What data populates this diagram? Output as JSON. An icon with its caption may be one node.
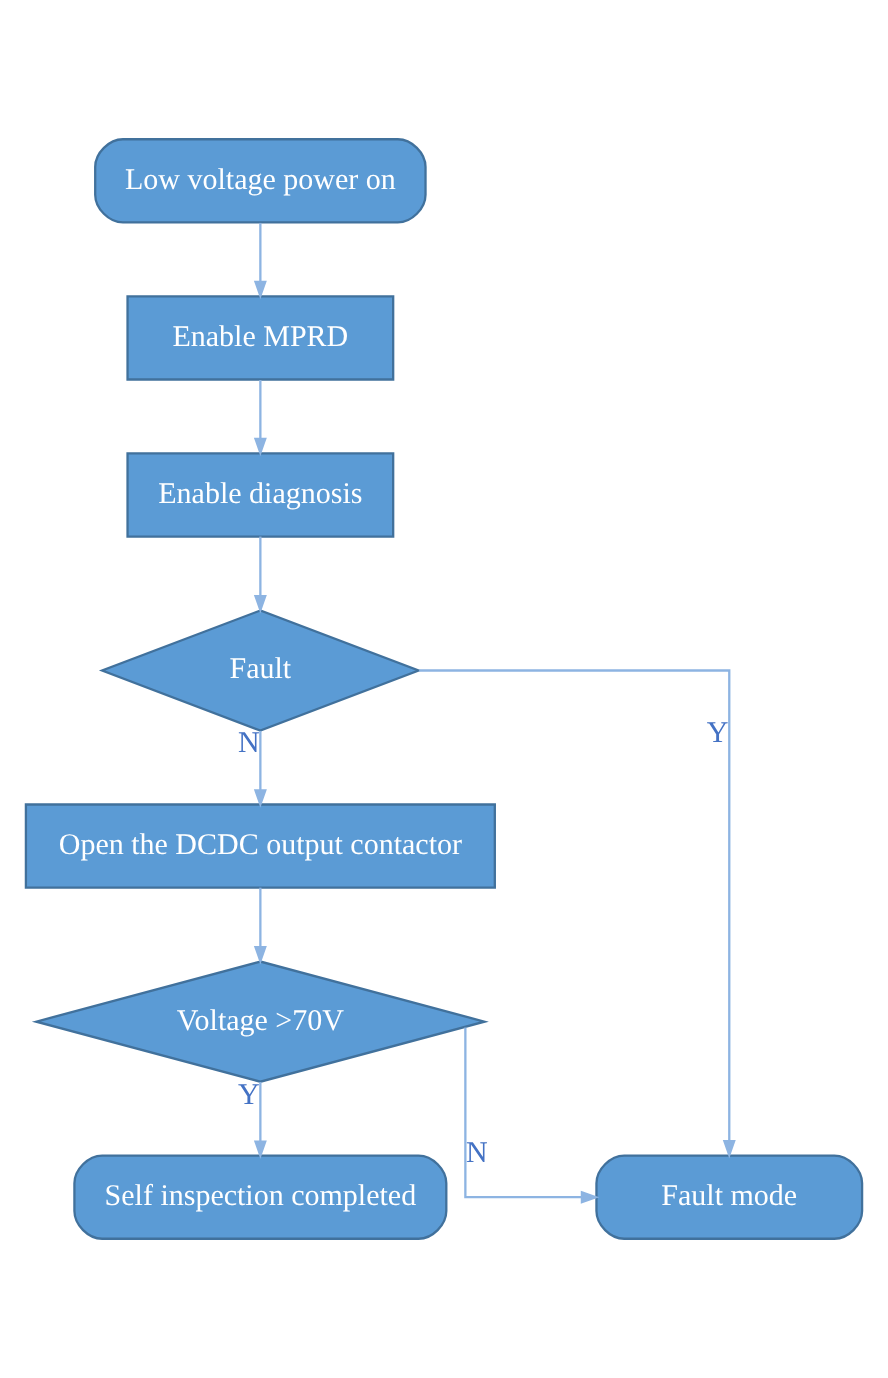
{
  "diagram": {
    "nodes": [
      {
        "text": [
          "Low voltage power on"
        ]
      },
      {
        "text": [
          "Enable MPRD"
        ]
      },
      {
        "text": [
          "Enable diagnosis"
        ]
      },
      {
        "text": [
          "Fault"
        ]
      },
      {
        "text": [
          "Open the DCDC output contactor"
        ]
      },
      {
        "text": [
          "Voltage >70V"
        ]
      },
      {
        "text": [
          "Self inspection completed"
        ]
      },
      {
        "text": [
          "Fault mode"
        ]
      }
    ],
    "edges": [
      {
        "from": 0,
        "to": 1,
        "arrow": "to"
      },
      {
        "from": 1,
        "to": 2,
        "arrow": "to"
      },
      {
        "from": 2,
        "to": 3,
        "arrow": "to"
      },
      {
        "from": 3,
        "to": 7,
        "arrow": "to",
        "label": "Y"
      },
      {
        "from": 3,
        "to": 4,
        "arrow": "to",
        "label": "N"
      },
      {
        "from": 4,
        "to": 5,
        "arrow": "to"
      },
      {
        "from": 5,
        "to": 7,
        "arrow": "to",
        "label": "N"
      },
      {
        "from": 5,
        "to": 6,
        "arrow": "to",
        "label": "Y"
      }
    ]
  }
}
